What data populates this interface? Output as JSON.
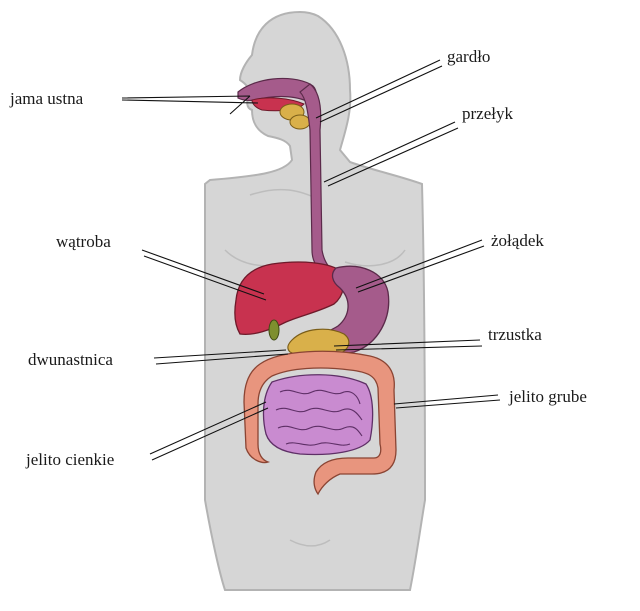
{
  "labels": {
    "mouth": "jama ustna",
    "pharynx": "gardło",
    "esophagus": "przełyk",
    "liver": "wątroba",
    "stomach": "żołądek",
    "duodenum": "dwunastnica",
    "pancreas": "trzustka",
    "large_intestine": "jelito grube",
    "small_intestine": "jelito cienkie"
  },
  "colors": {
    "body": "#d6d6d6",
    "body_outline": "#b3b3b3",
    "esophagus_stomach": "#a55b8b",
    "liver": "#c8324f",
    "gallbladder": "#7e8f2e",
    "pancreas": "#d9b04a",
    "large_intestine": "#e8957e",
    "small_intestine": "#c98bd0",
    "leader_line": "#111111"
  }
}
